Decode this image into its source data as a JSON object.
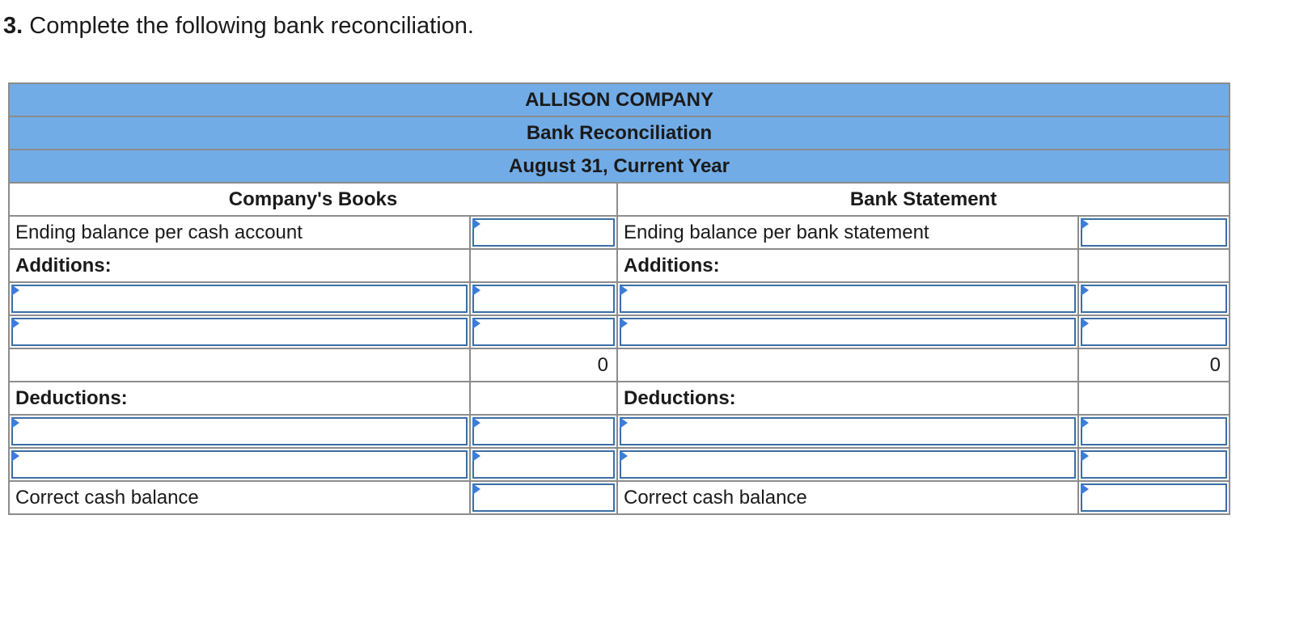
{
  "question": {
    "number": "3.",
    "text": "Complete the following bank reconciliation."
  },
  "header": {
    "company": "ALLISON COMPANY",
    "title": "Bank Reconciliation",
    "date": "August 31, Current Year"
  },
  "books": {
    "heading": "Company's Books",
    "ending_balance_label": "Ending balance per cash account",
    "additions_label": "Additions:",
    "subtotal_value": "0",
    "deductions_label": "Deductions:",
    "correct_balance_label": "Correct cash balance"
  },
  "bank": {
    "heading": "Bank Statement",
    "ending_balance_label": "Ending balance per bank statement",
    "additions_label": "Additions:",
    "subtotal_value": "0",
    "deductions_label": "Deductions:",
    "correct_balance_label": "Correct cash balance"
  },
  "colors": {
    "header_bg": "#72ace6",
    "input_border": "#3a6ea5",
    "input_flag": "#3b7dd8"
  }
}
